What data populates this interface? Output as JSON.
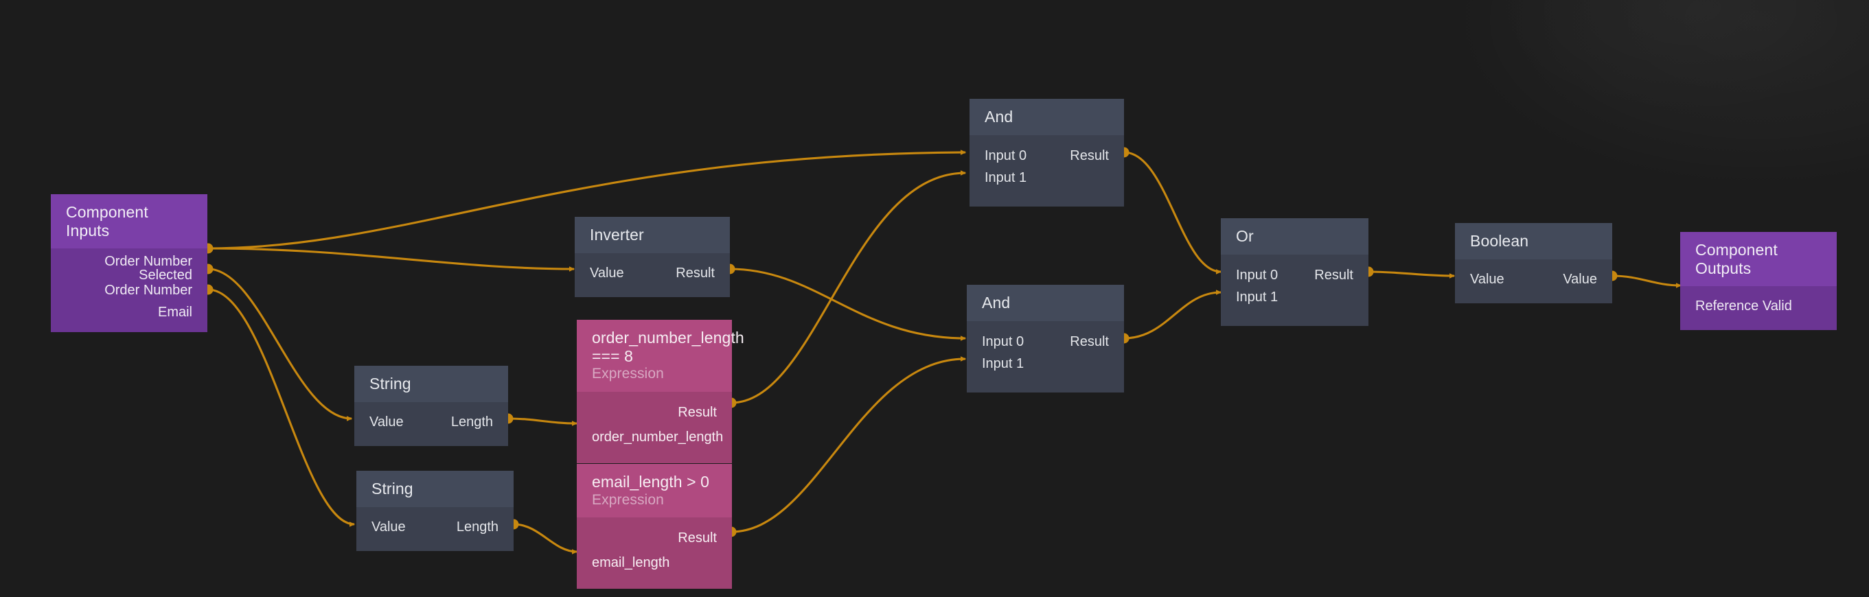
{
  "editor": {
    "title": "Node Graph Editor",
    "background_color": "#1c1c1c",
    "wire_color": "#c8880f",
    "port_color": "#c8880f"
  },
  "palette": {
    "dark_header": "#434a5a",
    "dark_body": "#3b404e",
    "purple_header": "#7b3fa8",
    "purple_body": "#6b3593",
    "magenta_header": "#b04a80",
    "magenta_body": "#9e4172"
  },
  "nodes": {
    "component_inputs": {
      "title": "Component Inputs",
      "outputs": [
        "Order Number Selected",
        "Order Number",
        "Email"
      ]
    },
    "inverter": {
      "title": "Inverter",
      "input": "Value",
      "output": "Result"
    },
    "expr_order_number": {
      "title": "order_number_length === 8",
      "subtitle": "Expression",
      "output": "Result",
      "input": "order_number_length"
    },
    "expr_email": {
      "title": "email_length > 0",
      "subtitle": "Expression",
      "output": "Result",
      "input": "email_length"
    },
    "string_order": {
      "title": "String",
      "input": "Value",
      "output": "Length"
    },
    "string_email": {
      "title": "String",
      "input": "Value",
      "output": "Length"
    },
    "and_top": {
      "title": "And",
      "inputs": [
        "Input 0",
        "Input 1"
      ],
      "output": "Result"
    },
    "and_bottom": {
      "title": "And",
      "inputs": [
        "Input 0",
        "Input 1"
      ],
      "output": "Result"
    },
    "or": {
      "title": "Or",
      "inputs": [
        "Input 0",
        "Input 1"
      ],
      "output": "Result"
    },
    "boolean": {
      "title": "Boolean",
      "input": "Value",
      "output": "Value"
    },
    "component_outputs": {
      "title": "Component Outputs",
      "inputs": [
        "Reference Valid"
      ]
    }
  }
}
